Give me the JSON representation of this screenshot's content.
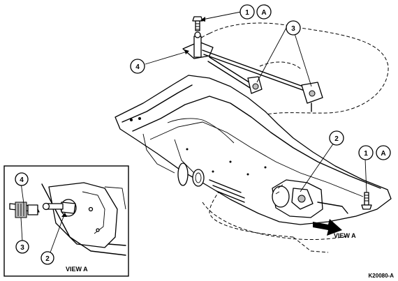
{
  "callouts": {
    "c1_top": "1",
    "a_top": "A",
    "c3_top": "3",
    "c4_top": "4",
    "c2_main": "2",
    "c1_right": "1",
    "a_right": "A",
    "c4_inset": "4",
    "c3_inset": "3",
    "c2_inset": "2"
  },
  "labels": {
    "view_a_main": "VIEW A",
    "view_a_inset": "VIEW A",
    "figure_id": "K20080-A"
  }
}
